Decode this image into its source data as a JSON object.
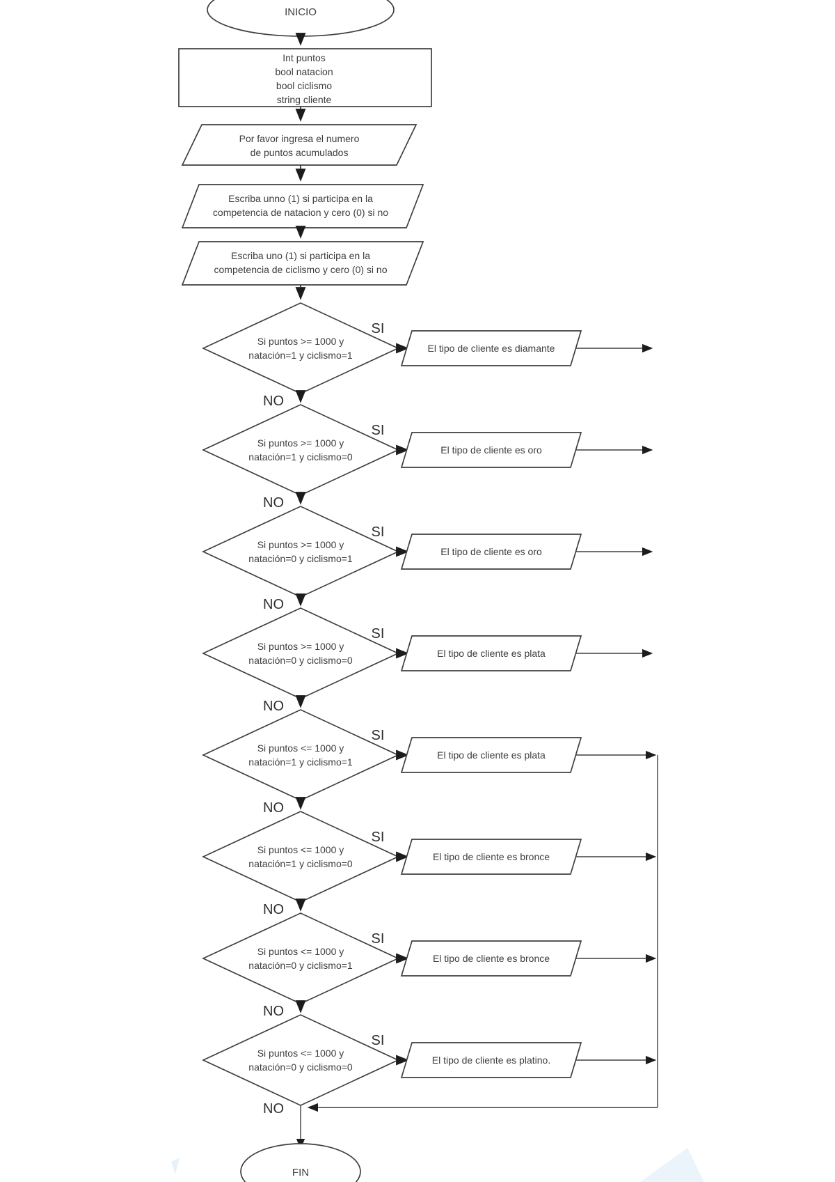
{
  "flowchart": {
    "start_label": "INICIO",
    "end_label": "FIN",
    "yes_label": "SI",
    "no_label": "NO",
    "declaration": {
      "lines": [
        "Int puntos",
        "bool natacion",
        "bool ciclismo",
        "string cliente"
      ]
    },
    "inputs": [
      {
        "lines": [
          "Por favor ingresa el numero",
          "de puntos acumulados"
        ]
      },
      {
        "lines": [
          "Escriba unno (1) si participa en la",
          "competencia de natacion y cero (0) si no"
        ]
      },
      {
        "lines": [
          "Escriba uno (1) si participa en la",
          "competencia de ciclismo y cero (0) si no"
        ]
      }
    ],
    "decisions": [
      {
        "condition": [
          "Si puntos >= 1000 y",
          "natación=1 y ciclismo=1"
        ],
        "output": "El tipo de cliente es diamante"
      },
      {
        "condition": [
          "Si puntos >= 1000 y",
          "natación=1 y ciclismo=0"
        ],
        "output": "El tipo de cliente es oro"
      },
      {
        "condition": [
          "Si puntos >= 1000 y",
          "natación=0 y ciclismo=1"
        ],
        "output": "El tipo de cliente es oro"
      },
      {
        "condition": [
          "Si puntos >= 1000 y",
          "natación=0 y ciclismo=0"
        ],
        "output": "El tipo de cliente es plata"
      },
      {
        "condition": [
          "Si puntos <= 1000 y",
          "natación=1 y ciclismo=1"
        ],
        "output": "El tipo de cliente es plata"
      },
      {
        "condition": [
          "Si puntos <= 1000 y",
          "natación=1 y ciclismo=0"
        ],
        "output": "El tipo de cliente es bronce"
      },
      {
        "condition": [
          "Si puntos <= 1000 y",
          "natación=0 y ciclismo=1"
        ],
        "output": "El tipo de cliente es bronce"
      },
      {
        "condition": [
          "Si puntos <= 1000 y",
          "natación=0 y ciclismo=0"
        ],
        "output": "El tipo de cliente es platino."
      }
    ],
    "colors": {
      "line": "#3f3f3f",
      "text": "#3d3d3d",
      "background": "#ffffff",
      "artifact_blue": "#dbe9f7"
    }
  }
}
